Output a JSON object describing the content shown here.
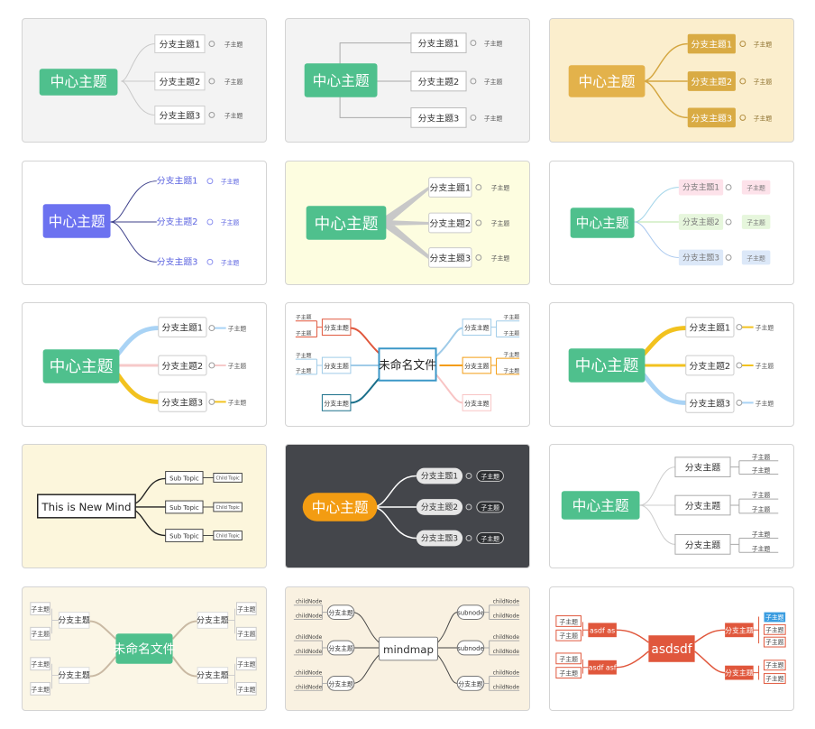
{
  "themes": [
    {
      "central": "中心主题",
      "branches": [
        "分支主题1",
        "分支主题2",
        "分支主题3"
      ],
      "child": "子主题"
    },
    {
      "central": "中心主题",
      "branches": [
        "分支主题1",
        "分支主题2",
        "分支主题3"
      ],
      "child": "子主题"
    },
    {
      "central": "中心主题",
      "branches": [
        "分支主题1",
        "分支主题2",
        "分支主题3"
      ],
      "child": "子主题"
    },
    {
      "central": "中心主题",
      "branches": [
        "分支主题1",
        "分支主题2",
        "分支主题3"
      ],
      "child": "子主题"
    },
    {
      "central": "中心主题",
      "branches": [
        "分支主题1",
        "分支主题2",
        "分支主题3"
      ],
      "child": "子主题"
    },
    {
      "central": "中心主题",
      "branches": [
        "分支主题1",
        "分支主题2",
        "分支主题3"
      ],
      "child": "子主题"
    },
    {
      "central": "中心主题",
      "branches": [
        "分支主题1",
        "分支主题2",
        "分支主题3"
      ],
      "child": "子主题"
    },
    {
      "central": "未命名文件",
      "branches": [
        "分支主题",
        "分支主题",
        "分支主题",
        "分支主题",
        "分支主题",
        "分支主题"
      ],
      "child": "子主题"
    },
    {
      "central": "中心主题",
      "branches": [
        "分支主题1",
        "分支主题2",
        "分支主题3"
      ],
      "child": "子主题"
    },
    {
      "central": "This is New Mind",
      "branches": [
        "Sub Topic",
        "Sub Topic",
        "Sub Topic"
      ],
      "child": "Child Topic"
    },
    {
      "central": "中心主题",
      "branches": [
        "分支主题1",
        "分支主题2",
        "分支主题3"
      ],
      "child": "子主题"
    },
    {
      "central": "中心主题",
      "branches": [
        "分支主题",
        "分支主题",
        "分支主题"
      ],
      "child": "子主题"
    },
    {
      "central": "未命名文件",
      "branches": [
        "分支主题",
        "分支主题",
        "分支主题",
        "分支主题"
      ],
      "child": "子主题"
    },
    {
      "central": "mindmap",
      "branches": [
        "分支主题",
        "分支主题",
        "分支主题",
        "subnode",
        "subnode",
        "分支主题"
      ],
      "child": "childNode"
    },
    {
      "central": "asdsdf",
      "branches": [
        "asdf as",
        "asdf asf",
        "分支主题",
        "分支主题"
      ],
      "child": "子主题",
      "extra_child": "子主题"
    }
  ],
  "colors": {
    "green": "#4fc08d",
    "gold": "#e3b24b",
    "purple": "#6c72f0",
    "orange": "#f39c12",
    "dark": "#3a3c40",
    "red": "#e0573c"
  }
}
